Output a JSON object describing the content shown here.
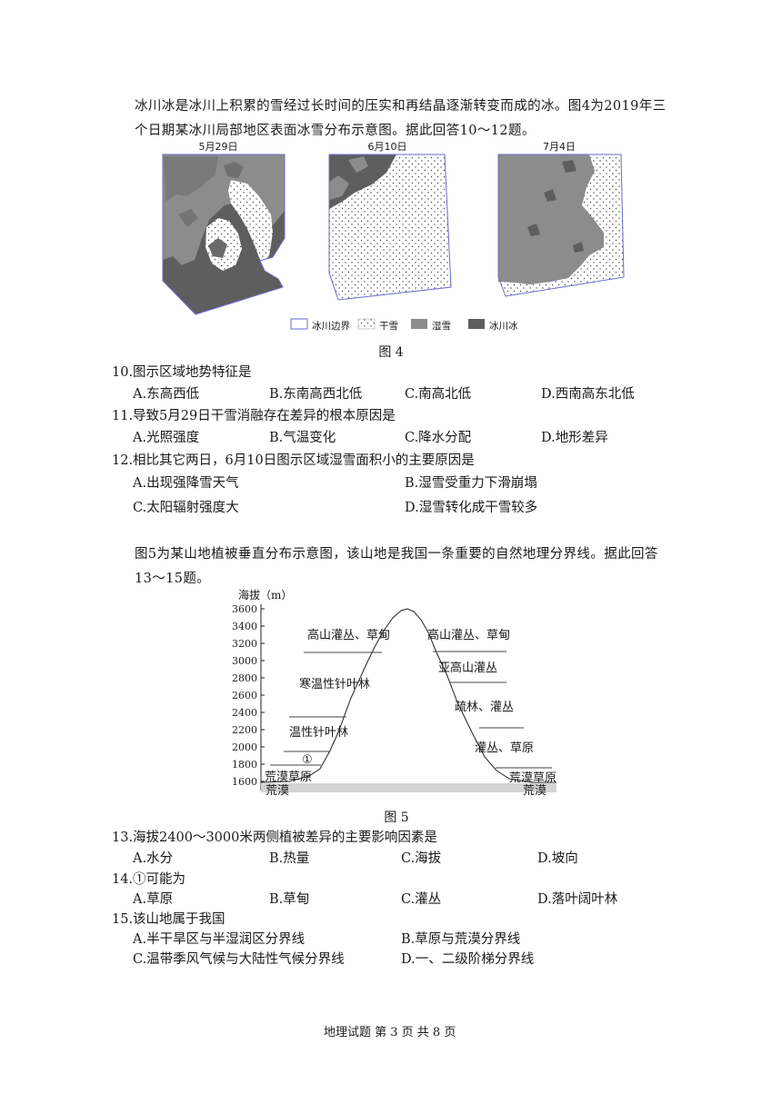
{
  "intro1": "冰川冰是冰川上积累的雪经过长时间的压实和再结晶逐渐转变而成的冰。图4为2019年三个日期某冰川局部地区表面冰雪分布示意图。据此回答10～12题。",
  "fig4": {
    "dates": [
      "5月29日",
      "6月10日",
      "7月4日"
    ],
    "legend": [
      {
        "label": "冰川边界",
        "color": "#ffffff"
      },
      {
        "label": "干雪",
        "color": "#ffffff"
      },
      {
        "label": "湿雪",
        "color": "#8c8c8c"
      },
      {
        "label": "冰川冰",
        "color": "#5a5a5a"
      }
    ],
    "caption": "图 4"
  },
  "questions_a": [
    {
      "stem": "10.图示区域地势特征是",
      "options": [
        "A.东高西低",
        "B.东南高西北低",
        "C.南高北低",
        "D.西南高东北低"
      ]
    },
    {
      "stem": "11.导致5月29日干雪消融存在差异的根本原因是",
      "options": [
        "A.光照强度",
        "B.气温变化",
        "C.降水分配",
        "D.地形差异"
      ]
    },
    {
      "stem": "12.相比其它两日，6月10日图示区域湿雪面积小的主要原因是",
      "options": [
        "A.出现强降雪天气",
        "B.湿雪受重力下滑崩塌",
        "C.太阳辐射强度大",
        "D.湿雪转化成干雪较多"
      ]
    }
  ],
  "intro2": "图5为某山地植被垂直分布示意图，该山地是我国一条重要的自然地理分界线。据此回答13～15题。",
  "fig5": {
    "ylabel": "海拔（m）",
    "ticks": [
      "3600",
      "3400",
      "3200",
      "3000",
      "2800",
      "2600",
      "2400",
      "2200",
      "2000",
      "1800",
      "1600"
    ],
    "left_labels": [
      "高山灌丛、草甸",
      "寒温性针叶林",
      "温性针叶林",
      "①",
      "荒漠草原",
      "荒漠"
    ],
    "right_labels": [
      "高山灌丛、草甸",
      "亚高山灌丛",
      "疏林、灌丛",
      "灌丛、草原",
      "荒漠草原",
      "荒漠"
    ],
    "caption": "图 5"
  },
  "questions_b": [
    {
      "stem": "13.海拔2400～3000米两侧植被差异的主要影响因素是",
      "options": [
        "A.水分",
        "B.热量",
        "C.海拔",
        "D.坡向"
      ]
    },
    {
      "stem": "14.①可能为",
      "options": [
        "A.草原",
        "B.草甸",
        "C.灌丛",
        "D.落叶阔叶林"
      ]
    },
    {
      "stem": "15.该山地属于我国",
      "options": [
        "A.半干旱区与半湿润区分界线",
        "B.草原与荒漠分界线",
        "C.温带季风气候与大陆性气候分界线",
        "D.一、二级阶梯分界线"
      ]
    }
  ],
  "footer": "地理试题 第 3 页 共 8 页"
}
